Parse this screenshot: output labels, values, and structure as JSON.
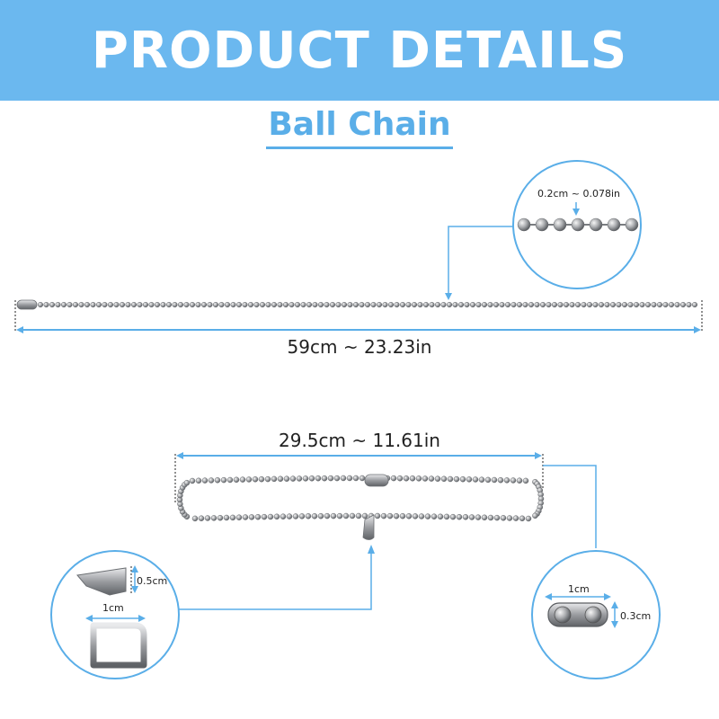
{
  "header": {
    "title": "PRODUCT DETAILS"
  },
  "subtitle": "Ball Chain",
  "dimensions": {
    "full_length": "59cm ~ 23.23in",
    "loop_length": "29.5cm ~ 11.61in",
    "ball_diameter": "0.2cm ~ 0.078in",
    "clip_height": "0.5cm",
    "clip_width": "1cm",
    "connector_width": "1cm",
    "connector_height": "0.3cm"
  },
  "colors": {
    "banner": "#6bb8ef",
    "accent": "#5aaee8",
    "chain": "#a9abae"
  }
}
